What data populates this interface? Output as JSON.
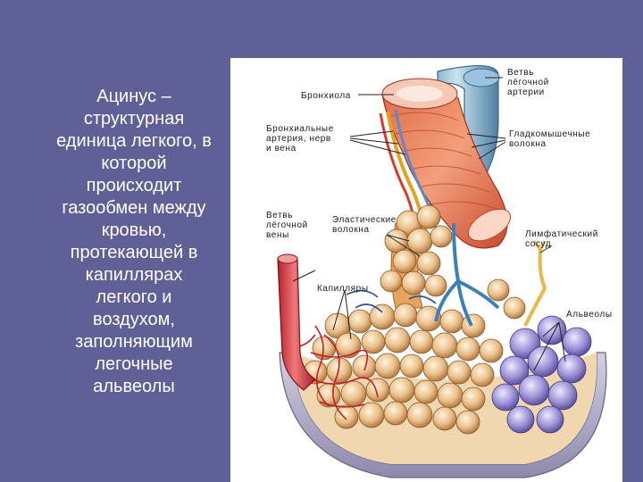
{
  "slide": {
    "text": "Ацинус –\nструктурная\nединица легкого, в\nкоторой\nпроисходит\nгазообмен между\nкровью,\nпротекающей в\nкапиллярах\nлегкого и\nвоздухом,\nзаполняющим\nлегочные\nальвеолы"
  },
  "diagram": {
    "labels": {
      "bronchiole": "Бронхиола",
      "artery_branch": "Ветвь\nлёгочной\nартерии",
      "bronchial": "Бронхиальные\nартерия, нерв\nи вена",
      "smooth_muscle": "Гладкомышечные\nволокна",
      "vein_branch": "Ветвь\nлёгочной\nвены",
      "elastic": "Эластические\nволокна",
      "lymph": "Лимфатический\nсосуд",
      "capillaries": "Капилляры",
      "alveoli": "Альвеолы"
    }
  }
}
